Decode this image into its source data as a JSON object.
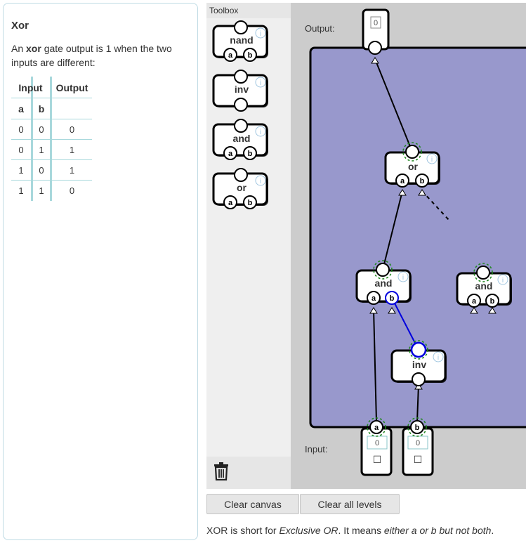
{
  "level": {
    "title": "Xor",
    "desc_prefix": "An ",
    "desc_bold": "xor",
    "desc_suffix": " gate output is 1 when the two inputs are different:"
  },
  "truth_table": {
    "group_headers": [
      "Input",
      "Output"
    ],
    "input_headers": [
      "a",
      "b"
    ],
    "rows": [
      [
        "0",
        "0",
        "0"
      ],
      [
        "0",
        "1",
        "1"
      ],
      [
        "1",
        "0",
        "1"
      ],
      [
        "1",
        "1",
        "0"
      ]
    ]
  },
  "toolbox": {
    "title": "Toolbox",
    "gates": [
      {
        "label": "nand",
        "inputs": [
          "a",
          "b"
        ]
      },
      {
        "label": "inv",
        "inputs": []
      },
      {
        "label": "and",
        "inputs": [
          "a",
          "b"
        ]
      },
      {
        "label": "or",
        "inputs": [
          "a",
          "b"
        ]
      }
    ],
    "trash_icon": "trash-icon"
  },
  "canvas": {
    "output_label": "Output:",
    "input_label": "Input:",
    "output_value": "0",
    "inputs": [
      {
        "name": "a",
        "value": "0",
        "checkbox": "☐"
      },
      {
        "name": "b",
        "value": "0",
        "checkbox": "☐"
      }
    ],
    "gates": [
      {
        "label": "or",
        "inputs": [
          "a",
          "b"
        ]
      },
      {
        "label": "and",
        "inputs": [
          "a",
          "b"
        ]
      },
      {
        "label": "and",
        "inputs": [
          "a",
          "b"
        ]
      },
      {
        "label": "inv",
        "inputs": []
      }
    ],
    "info_icon": "i",
    "colors": {
      "circuit_bg": "#9898cc",
      "selected_wire": "#0000dd",
      "ok_ring": "#228822"
    }
  },
  "buttons": {
    "clear_canvas": "Clear canvas",
    "clear_levels": "Clear all levels"
  },
  "hint": {
    "p1": "XOR is short for ",
    "p2": "Exclusive OR",
    "p3": ". It means ",
    "p4": "either a or b but not both",
    "p5": "."
  }
}
